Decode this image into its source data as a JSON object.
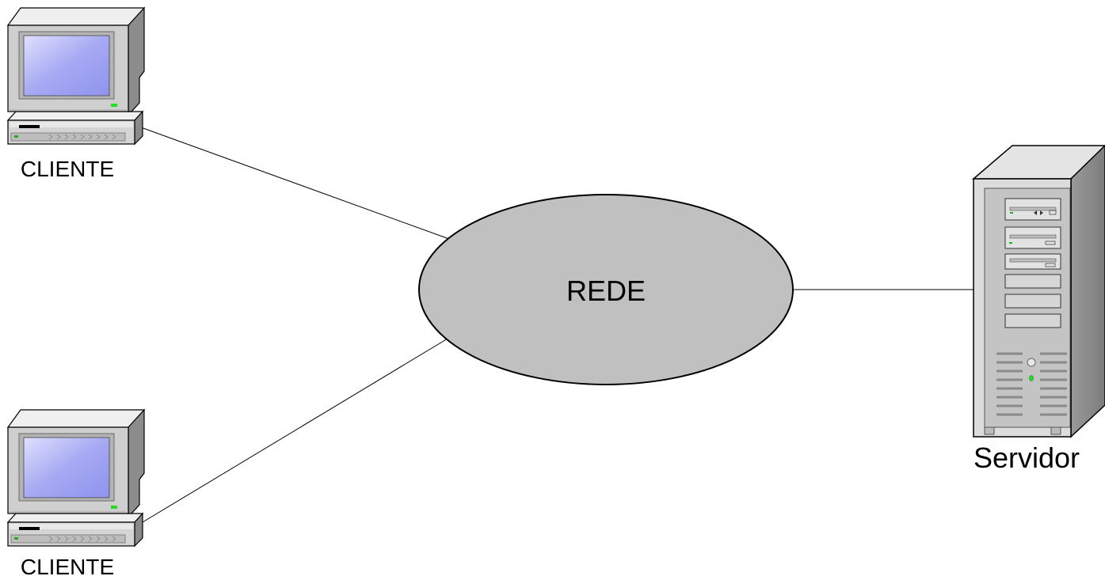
{
  "diagram": {
    "network": {
      "label": "REDE"
    },
    "clients": [
      {
        "label": "CLIENTE"
      },
      {
        "label": "CLIENTE"
      }
    ],
    "server": {
      "label": "Servidor"
    }
  },
  "colors": {
    "cloud_fill": "#c0c0c0",
    "stroke": "#000000",
    "screen": "#9aa0f0",
    "case_light": "#e6e6e6",
    "case_mid": "#c8c8c8",
    "case_dark": "#8a8a8a",
    "led": "#22dd22"
  }
}
